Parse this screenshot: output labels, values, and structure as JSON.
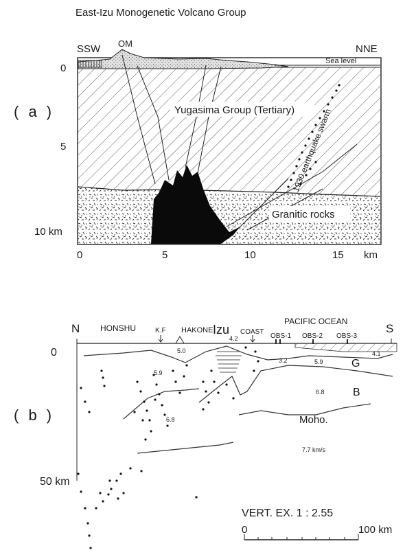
{
  "title": "East-Izu Monogenetic Volcano Group",
  "panel_a": {
    "label": "( a )",
    "direction_left": "SSW",
    "direction_right": "NNE",
    "peak_label": "OM",
    "sea_level_label": "Sea level",
    "unit_yugasima": "Yugasima Group (Tertiary)",
    "unit_granitic": "Granitic rocks",
    "swarm_label": "1930 earthquake swarm",
    "depth_ticks": [
      "0",
      "5",
      "10 km"
    ],
    "distance_ticks": [
      "0",
      "5",
      "10",
      "15",
      "km"
    ]
  },
  "panel_b": {
    "label": "( b )",
    "direction_left": "N",
    "direction_right": "S",
    "labels_top": [
      "HONSHU",
      "K.F",
      "HAKONE",
      "Izu",
      "COAST",
      "PACIFIC OCEAN",
      "OBS-1",
      "OBS-2",
      "OBS-3"
    ],
    "layer_labels": [
      "G",
      "B",
      "Moho."
    ],
    "velocities": [
      "5.0",
      "4.2",
      "3.2",
      "5.9",
      "4.1",
      "5.9",
      "6.8",
      "6.8",
      "7.7 km/s"
    ],
    "depth_ticks": [
      "0",
      "50  km"
    ],
    "vertical_exaggeration": "VERT. EX.  1 : 2.55",
    "scale_bar_start": "0",
    "scale_bar_end": "100 km"
  }
}
